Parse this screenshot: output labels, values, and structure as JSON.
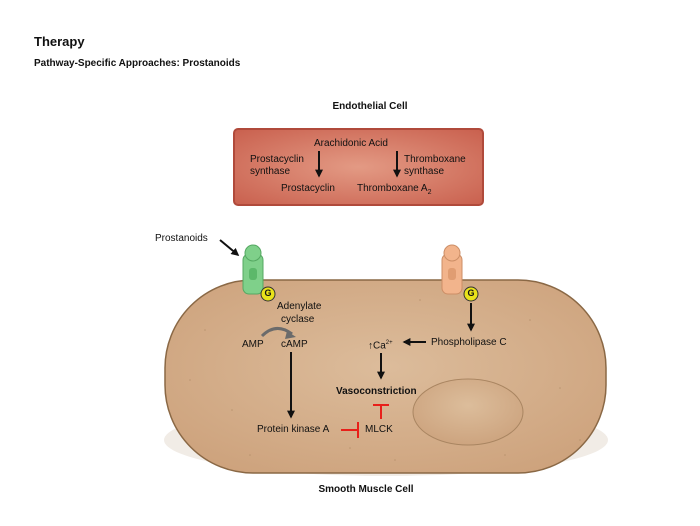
{
  "header": {
    "title": "Therapy",
    "subtitle": "Pathway-Specific Approaches: Prostanoids"
  },
  "endothelial_cell": {
    "heading": "Endothelial Cell",
    "arachidonic_acid": "Arachidonic Acid",
    "prostacyclin_synthase": [
      "Prostacyclin",
      "synthase"
    ],
    "thromboxane_synthase": [
      "Thromboxane",
      "synthase"
    ],
    "prostacyclin": "Prostacyclin",
    "thromboxane_a2": {
      "base": "Thromboxane A",
      "sub": "2"
    }
  },
  "membrane": {
    "prostanoids_label": "Prostanoids",
    "g_protein_label": "G",
    "left_receptor_color": "#7fd08a",
    "right_receptor_color": "#f2b48c",
    "g_protein_color": "#e9e21a"
  },
  "smooth_muscle_cell": {
    "heading": "Smooth Muscle Cell",
    "adenylate_cyclase": [
      "Adenylate",
      "cyclase"
    ],
    "amp": "AMP",
    "camp": "cAMP",
    "calcium": {
      "prefix": "↑Ca",
      "sup": "2+"
    },
    "phospholipase_c": "Phospholipase C",
    "vasoconstriction": "Vasoconstriction",
    "protein_kinase_a": "Protein kinase A",
    "mlck": "MLCK",
    "inhibition_color": "#e8201a",
    "cell_color": "#d8b692"
  }
}
